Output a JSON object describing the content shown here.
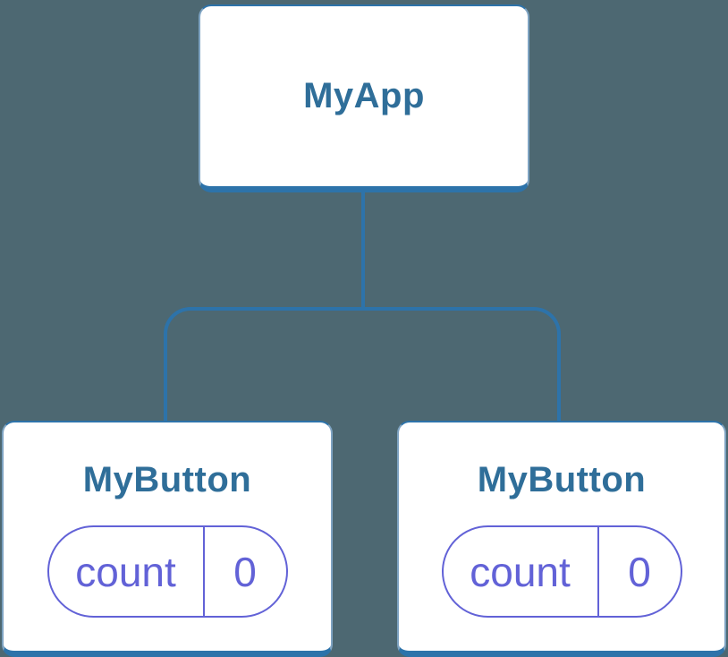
{
  "theme": {
    "background": "#4d6872",
    "connector_color": "#2d73aa",
    "box_side_color": "#7ea3c2",
    "box_title_color": "#2f6e99",
    "state_pill_color": "#6262d7"
  },
  "diagram": {
    "root": {
      "label": "MyApp"
    },
    "children": [
      {
        "label": "MyButton",
        "state": {
          "name": "count",
          "value": "0"
        }
      },
      {
        "label": "MyButton",
        "state": {
          "name": "count",
          "value": "0"
        }
      }
    ]
  }
}
